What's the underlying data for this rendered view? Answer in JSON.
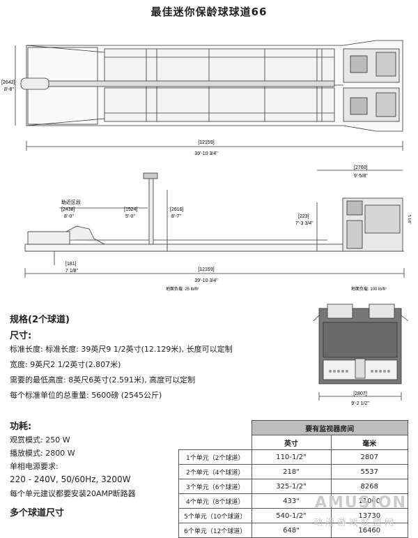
{
  "title": "最佳迷你保龄球球道66",
  "top_drawing": {
    "width_mm": "[2642]",
    "width_ft": "8'-8\"",
    "length_mm": "[12159]",
    "length_ft": "39'-10 3/4\""
  },
  "side_drawing": {
    "approach_label": "助近区段",
    "approach_mm": "[2438]",
    "approach_ft": "8'-0\"",
    "d1524_mm": "[1524]",
    "d1524_ft": "5'-0\"",
    "d2616_mm": "[2616]",
    "d2616_ft": "8'-7\"",
    "d223_mm": "[223]",
    "d223_ft": "7'-3 3/4\"",
    "d2760_mm": "[2760]",
    "d2760_ft": "9'-5/8\"",
    "d181_mm": "[181]",
    "d181_ft": "7 1/8\"",
    "length_mm": "[12159]",
    "length_ft": "39'-10 3/4\"",
    "load_left": "地面负载: 25 lb/ft²",
    "load_right": "地面负载: 100 lb/ft²",
    "side_mark": "5 1/8\""
  },
  "front_drawing": {
    "width_mm": "[2807]",
    "width_ft": "9'-2 1/2\""
  },
  "specs": {
    "heading": "规格(2个球道)",
    "size_heading": "尺寸:",
    "lines": [
      "标准长度: 标准长度: 39英尺9 1/2英寸(12.129米), 长度可以定制",
      "宽度: 9英尺2 1/2英寸(2.807米)",
      "需要的最低高度: 8英尺6英寸(2.591米), 高度可以定制",
      "每个标准单位的总重量: 5600磅 (2545公斤)"
    ]
  },
  "power": {
    "heading": "功耗:",
    "lines": [
      "观赏模式: 250 W",
      "播放模式: 2800 W",
      "单相电源要求:",
      "220 - 240V, 50/60Hz, 3200W",
      "每个单元建议都要安装20AMP断路器"
    ],
    "multi_heading": "多个球道尺寸"
  },
  "monitor_table": {
    "title": "要有监视器房间",
    "col_inch": "英寸",
    "col_mm": "毫米",
    "rows": [
      {
        "label": "1个单元（2个球道）",
        "inch": "110-1/2\"",
        "mm": "2807"
      },
      {
        "label": "2个单元（4个球道）",
        "inch": "218\"",
        "mm": "5537"
      },
      {
        "label": "3个单元（6个球道）",
        "inch": "325-1/2\"",
        "mm": "8268"
      },
      {
        "label": "4个单元（8个球道）",
        "inch": "433\"",
        "mm": "11000"
      },
      {
        "label": "5个单元（10个球道）",
        "inch": "540-1/2\"",
        "mm": "13730"
      },
      {
        "label": "6个单元（12个球道）",
        "inch": "648\"",
        "mm": "16460"
      }
    ]
  },
  "watermark": {
    "brand": "AMUSION",
    "sub": "动漫游戏联盟网"
  }
}
